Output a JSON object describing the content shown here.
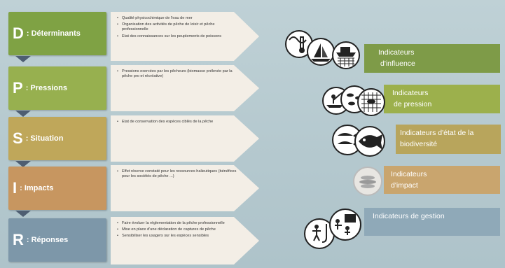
{
  "rows": [
    {
      "letter": "D",
      "name": ": Déterminants",
      "bullets": [
        "Qualité physicochimique de l'eau de mer",
        "Organisation des activités de pêche de loisir et pêche professionnelle",
        "Etat des connaissances sur les peuplements de poissons"
      ]
    },
    {
      "letter": "P",
      "name": ": Pressions",
      "bullets": [
        "Pressions exercées par les pêcheurs (biomasse prélevée par la pêche pro et récréative)"
      ]
    },
    {
      "letter": "S",
      "name": ": Situation",
      "bullets": [
        "Etat de conservation des espèces ciblés de la pêche"
      ]
    },
    {
      "letter": "I",
      "name": ": Impacts",
      "bullets": [
        "Effet réserve constaté pour les ressources halieutiques (bénéfices pour les sociétés de pêche ...)"
      ]
    },
    {
      "letter": "R",
      "name": ": Réponses",
      "bullets": [
        "Faire évoluer la réglementation de la pêche professionnelle",
        "Mise en place d'une déclaration de captures de pêche",
        "Sensibiliser les usagers sur les espèces sensibles"
      ]
    }
  ],
  "indicators": [
    {
      "line1": "Indicateurs",
      "line2": "d'influence"
    },
    {
      "line1": "Indicateurs",
      "line2": "de pression"
    },
    {
      "line1": "Indicateurs d'état de la",
      "line2": "biodiversité"
    },
    {
      "line1": "Indicateurs",
      "line2": "d'impact"
    },
    {
      "line1": "Indicateurs de gestion",
      "line2": ""
    }
  ],
  "colors": {
    "determinants": "#7fa244",
    "pressions": "#97b04f",
    "situation": "#bfa75a",
    "impacts": "#c79660",
    "reponses": "#7d97a9",
    "ind_influence": "#7e9b48",
    "ind_pression": "#9cb04c",
    "ind_etat": "#b8a55c",
    "ind_impact": "#c9a56e",
    "ind_gestion": "#8fa9b8"
  },
  "icons": [
    "thermometer-icon",
    "sailboat-icon",
    "trawler-net-icon",
    "fisherman-icon",
    "fish-school-icon",
    "fish-net-icon",
    "fish-pair-icon",
    "grouper-fish-icon",
    "fish-stack-icon",
    "diver-hook-icon",
    "meeting-board-icon"
  ]
}
